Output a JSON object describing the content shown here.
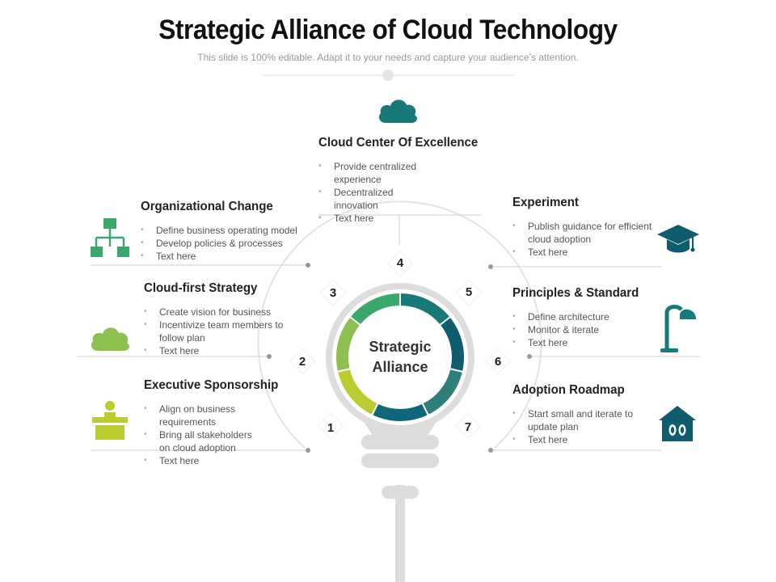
{
  "header": {
    "title": "Strategic Alliance of Cloud Technology",
    "subtitle": "This slide is 100% editable. Adapt it to your needs and capture your audience’s attention."
  },
  "center": {
    "line1": "Strategic",
    "line2": "Alliance"
  },
  "colors": {
    "teal_dark": "#0e5c6e",
    "teal": "#177a78",
    "green": "#3aa86b",
    "lime": "#8dc04f",
    "yellow_green": "#bccb2e",
    "gray_bulb": "#dcdcdc"
  },
  "numbers": [
    "1",
    "2",
    "3",
    "4",
    "5",
    "6",
    "7"
  ],
  "sections": {
    "cloud_center": {
      "title": "Cloud Center Of Excellence",
      "icon": "cloud-icon",
      "items": [
        "Provide centralized experience",
        "Decentralized innovation",
        "Text here"
      ]
    },
    "org_change": {
      "title": "Organizational Change",
      "icon": "org-chart-icon",
      "items": [
        "Define business operating model",
        "Develop policies & processes",
        "Text here"
      ]
    },
    "cloud_first": {
      "title": "Cloud-first Strategy",
      "icon": "cloud-icon",
      "items": [
        "Create vision for business",
        "Incentivize team members  to follow plan",
        "Text here"
      ]
    },
    "exec_sponsor": {
      "title": "Executive Sponsorship",
      "icon": "presenter-podium-icon",
      "items": [
        "Align on business requirements",
        "Bring all stakeholders on cloud adoption",
        "Text here"
      ]
    },
    "experiment": {
      "title": "Experiment",
      "icon": "graduation-cap-icon",
      "items": [
        "Publish guidance for efficient cloud adoption",
        "Text here"
      ]
    },
    "principles": {
      "title": "Principles & Standard",
      "icon": "desk-lamp-icon",
      "items": [
        "Define architecture",
        "Monitor & iterate",
        "Text here"
      ]
    },
    "roadmap": {
      "title": "Adoption Roadmap",
      "icon": "home-footprints-icon",
      "items": [
        "Start small and iterate to update plan",
        "Text here"
      ]
    }
  }
}
